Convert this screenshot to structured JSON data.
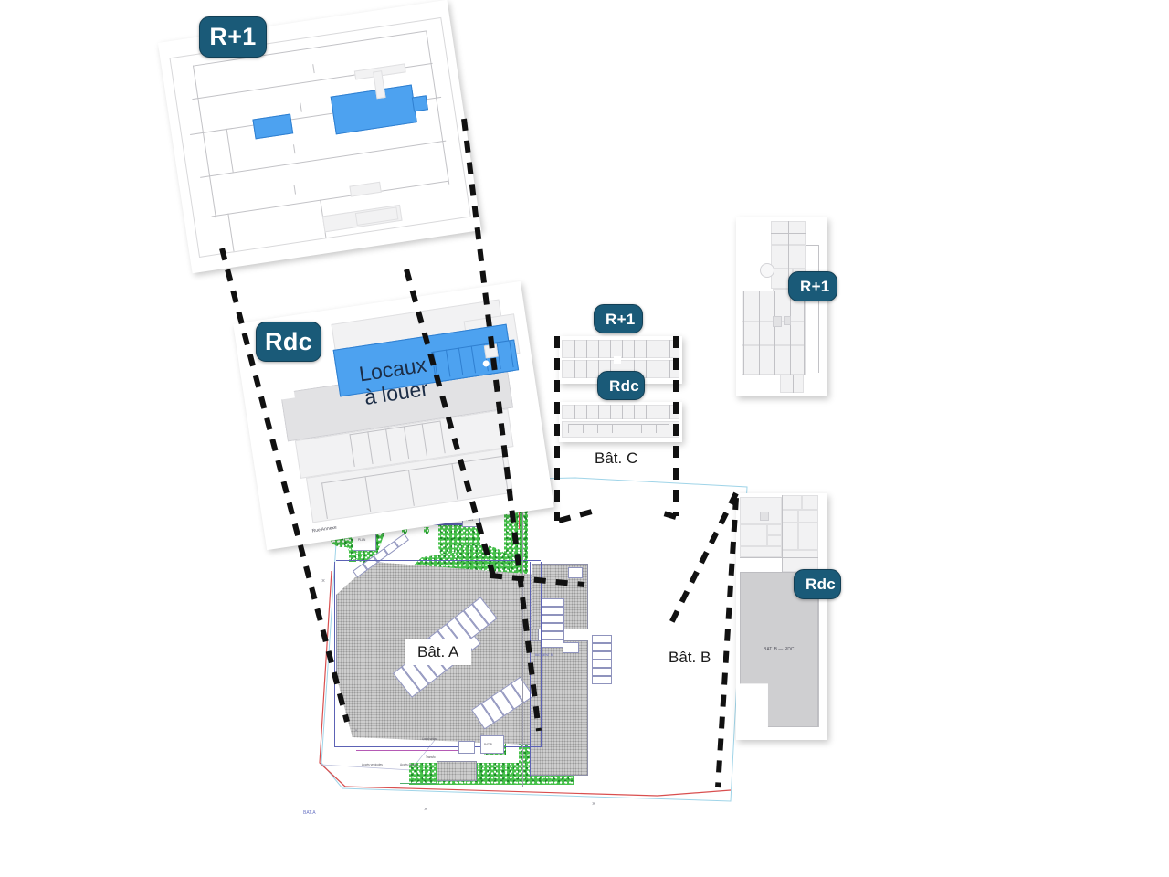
{
  "document": {
    "type": "architectural-site-plan-diagram",
    "language": "fr",
    "background_color": "#ffffff",
    "accent_color": "#1a5a78",
    "highlight_color": "#4da2f0"
  },
  "badges": [
    {
      "id": "badge-r1-left",
      "label": "R+1",
      "target": "bat-a-upper-floor"
    },
    {
      "id": "badge-rdc-left",
      "label": "Rdc",
      "target": "bat-a-ground-floor"
    },
    {
      "id": "badge-r1-center",
      "label": "R+1",
      "target": "bat-c-upper-floor"
    },
    {
      "id": "badge-rdc-center",
      "label": "Rdc",
      "target": "bat-c-ground-floor"
    },
    {
      "id": "badge-r1-right",
      "label": "R+1",
      "target": "bat-b-upper-floor"
    },
    {
      "id": "badge-rdc-right",
      "label": "Rdc",
      "target": "bat-b-ground-floor"
    }
  ],
  "highlight_annotations": [
    {
      "id": "locaux-a-louer",
      "label": "Locaux\nà louer",
      "color": "#4da2f0"
    }
  ],
  "building_labels": [
    {
      "id": "bat-a",
      "label": "Bât. A",
      "style": "boxed"
    },
    {
      "id": "bat-b",
      "label": "Bât. B",
      "style": "boxed"
    },
    {
      "id": "bat-c",
      "label": "Bât. C",
      "style": "plain"
    }
  ],
  "plans": [
    {
      "id": "plan-r1-left",
      "name": "Bât. A — R+1 floor plan",
      "rotation_deg": -8.5,
      "has_highlight": true
    },
    {
      "id": "plan-rdc-left",
      "name": "Bât. A — Rdc floor plan",
      "rotation_deg": -8.5,
      "has_highlight": true
    },
    {
      "id": "plan-r1-center",
      "name": "Bât. C — R+1 floor plan",
      "rotation_deg": 0,
      "has_highlight": false
    },
    {
      "id": "plan-rdc-center",
      "name": "Bât. C — Rdc floor plan",
      "rotation_deg": 0,
      "has_highlight": false
    },
    {
      "id": "plan-r1-right",
      "name": "Bât. B — R+1 floor plan",
      "rotation_deg": 0,
      "has_highlight": false
    },
    {
      "id": "plan-rdc-right",
      "name": "Bât. B — Rdc floor plan",
      "rotation_deg": 0,
      "has_highlight": false
    }
  ],
  "site_plan": {
    "id": "site-plan",
    "name": "Masterplan / plan de masse",
    "legend_note": "",
    "features": [
      "buildings",
      "parking",
      "vegetation",
      "site-boundary"
    ]
  }
}
